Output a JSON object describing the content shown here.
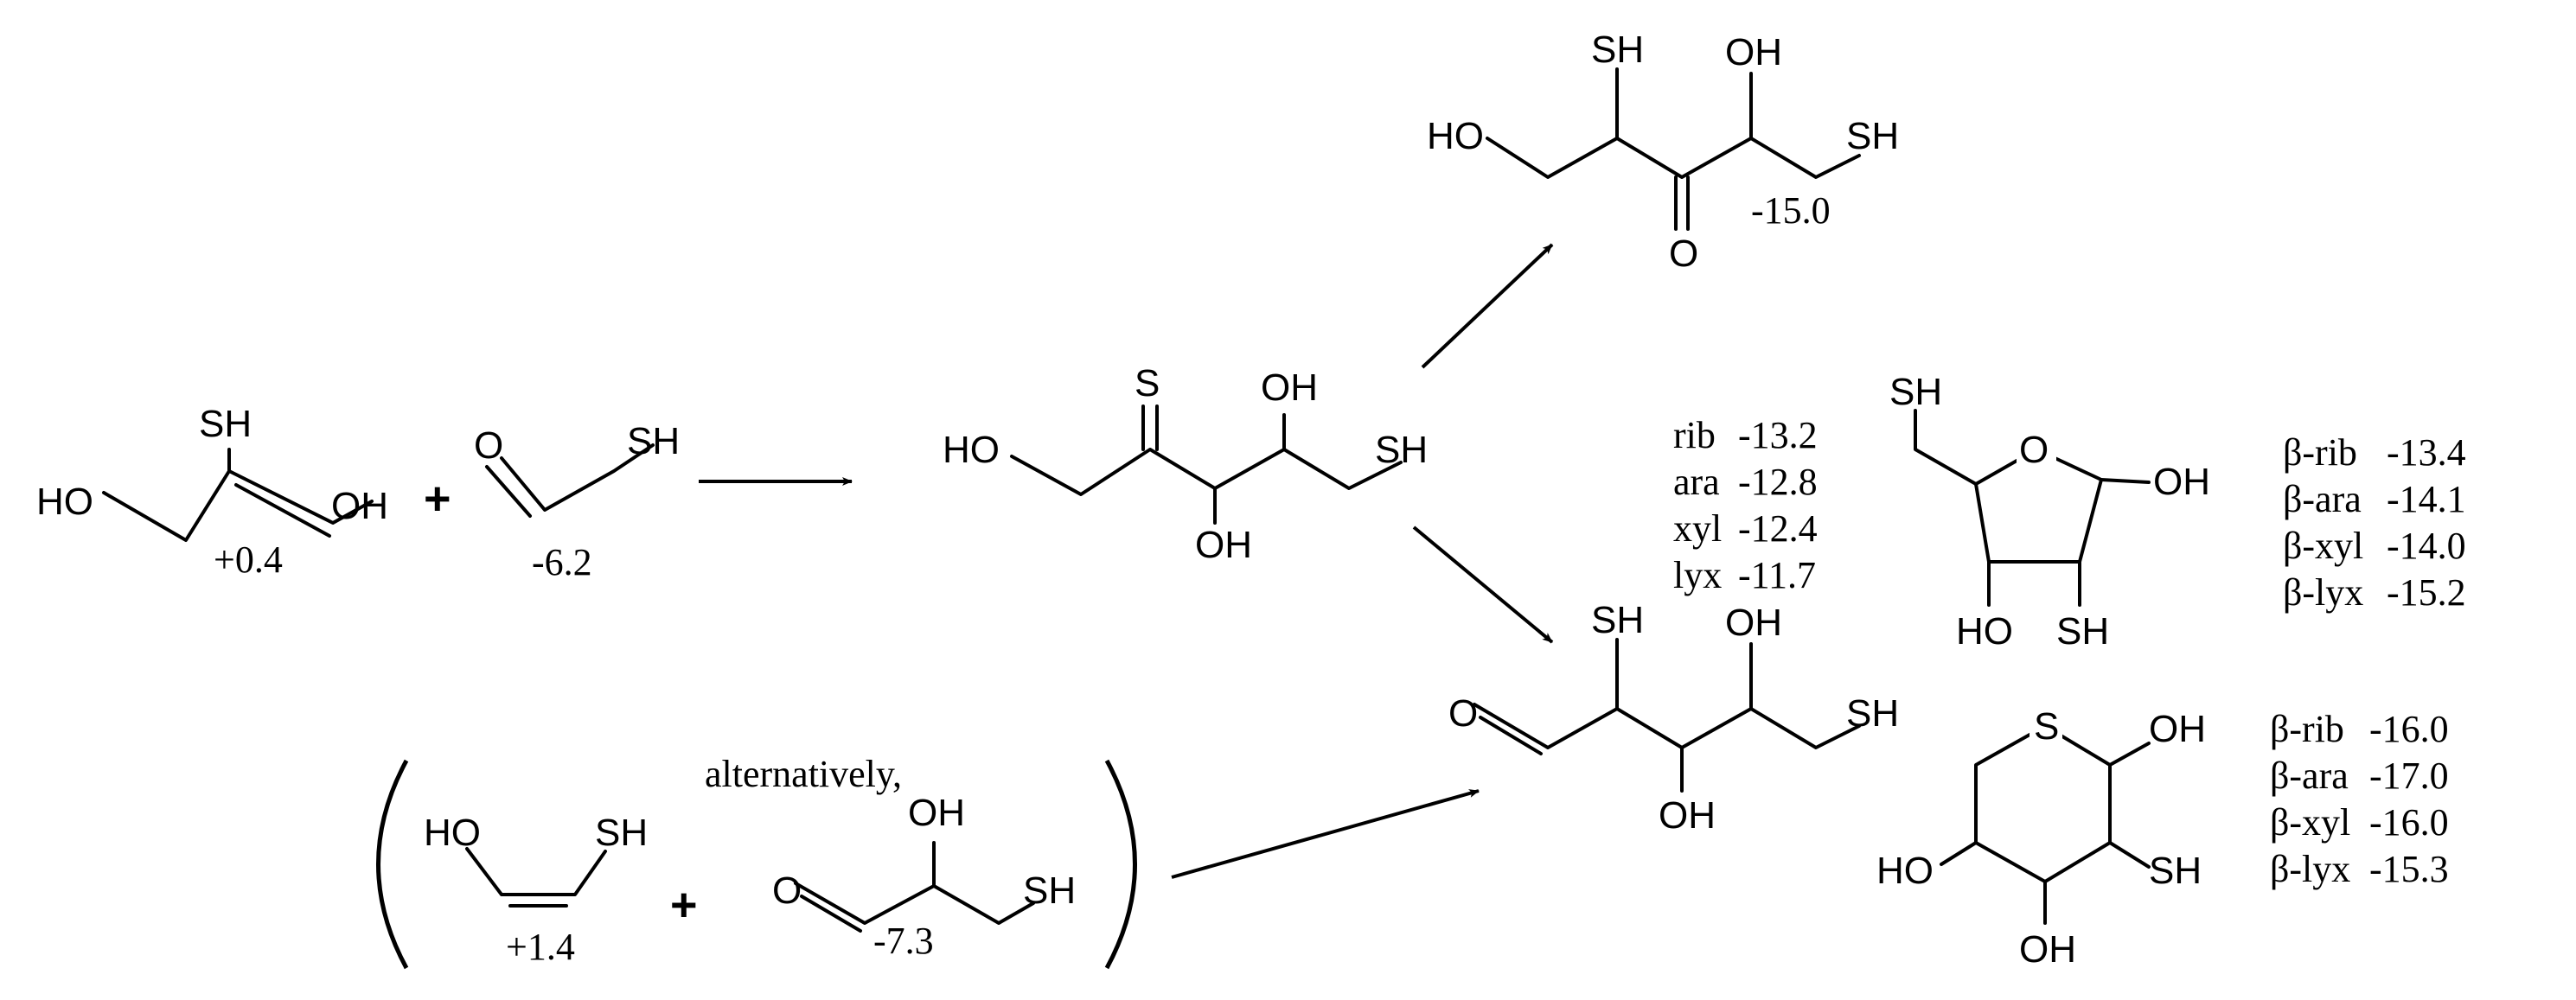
{
  "atoms": {
    "SH": "SH",
    "HO": "HO",
    "OH": "OH",
    "O": "O",
    "S": "S"
  },
  "plus": "+",
  "reactants": {
    "enediol_energy": "+0.4",
    "thioacetaldehyde_energy": "-6.2"
  },
  "alternative": {
    "label": "alternatively,",
    "enethiol_energy": "+1.4",
    "thioglyceraldehyde_energy": "-7.3"
  },
  "ketose_energy": "-15.0",
  "open_chain_aldoses": [
    {
      "name": "rib",
      "energy": "-13.2"
    },
    {
      "name": "ara",
      "energy": "-12.8"
    },
    {
      "name": "xyl",
      "energy": "-12.4"
    },
    {
      "name": "lyx",
      "energy": "-11.7"
    }
  ],
  "furanoses": [
    {
      "name": "β-rib",
      "energy": "-13.4"
    },
    {
      "name": "β-ara",
      "energy": "-14.1"
    },
    {
      "name": "β-xyl",
      "energy": "-14.0"
    },
    {
      "name": "β-lyx",
      "energy": "-15.2"
    }
  ],
  "thiopyranoses": [
    {
      "name": "β-rib",
      "energy": "-16.0"
    },
    {
      "name": "β-ara",
      "energy": "-17.0"
    },
    {
      "name": "β-xyl",
      "energy": "-16.0"
    },
    {
      "name": "β-lyx",
      "energy": "-15.3"
    }
  ]
}
